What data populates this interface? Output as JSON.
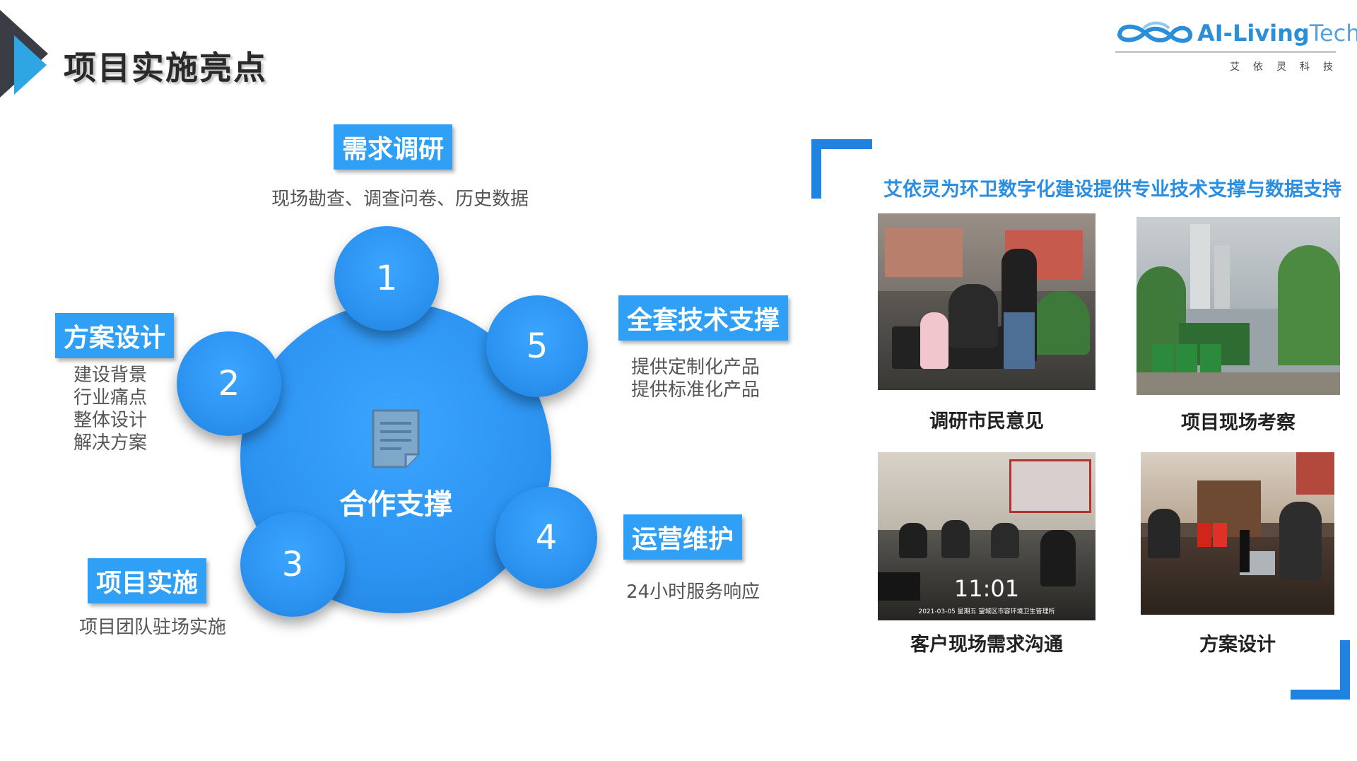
{
  "header": {
    "title": "项目实施亮点",
    "logo_brand": "AI-Living",
    "logo_brand_suffix": "Tech",
    "logo_subtitle": "艾依灵科技"
  },
  "diagram": {
    "center_label": "合作支撑",
    "steps": [
      {
        "number": "1",
        "title": "需求调研",
        "desc": [
          "现场勘查、调查问卷、历史数据"
        ]
      },
      {
        "number": "2",
        "title": "方案设计",
        "desc": [
          "建设背景",
          "行业痛点",
          "整体设计",
          "解决方案"
        ]
      },
      {
        "number": "3",
        "title": "项目实施",
        "desc": [
          "项目团队驻场实施"
        ]
      },
      {
        "number": "4",
        "title": "运营维护",
        "desc": [
          "24小时服务响应"
        ]
      },
      {
        "number": "5",
        "title": "全套技术支撑",
        "desc": [
          "提供定制化产品",
          "提供标准化产品"
        ]
      }
    ]
  },
  "panel": {
    "heading": "艾依灵为环卫数字化建设提供专业技术支撑与数据支持",
    "photos": [
      {
        "caption": "调研市民意见"
      },
      {
        "caption": "项目现场考察"
      },
      {
        "caption": "客户现场需求沟通",
        "overlay_time": "11:01",
        "overlay_date": "2021-03-05 星期五 望城区市容环境卫生管理所"
      },
      {
        "caption": "方案设计"
      }
    ]
  },
  "colors": {
    "accent_blue": "#2fa0f5",
    "circle_blue": "#2c93f1",
    "heading_blue": "#2b8ee0",
    "corner_blue": "#2183e0",
    "title_dark": "#2a2a2a"
  }
}
